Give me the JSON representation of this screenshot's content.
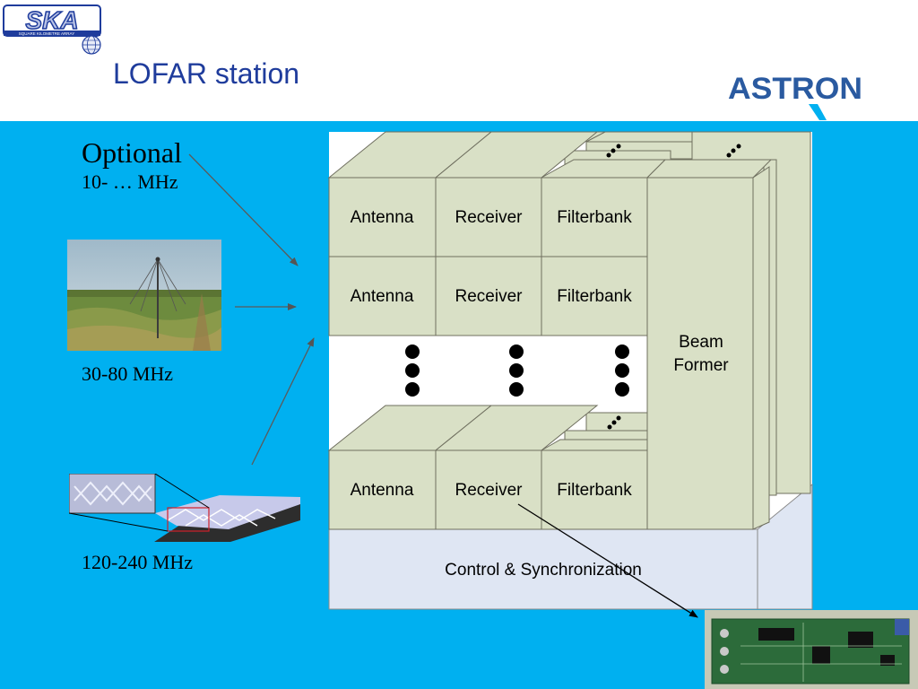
{
  "logos": {
    "ska": {
      "text": "SKA",
      "subtitle": "SQUARE KILOMETRE ARRAY"
    },
    "astron": {
      "text": "ASTRON"
    }
  },
  "title": "LOFAR station",
  "left": {
    "optional_label": "Optional",
    "freq_optional": "10- … MHz",
    "freq_low": "30-80 MHz",
    "freq_high": "120-240 MHz"
  },
  "diagram": {
    "row1": {
      "antenna": "Antenna",
      "receiver": "Receiver",
      "filterbank": "Filterbank"
    },
    "row2": {
      "antenna": "Antenna",
      "receiver": "Receiver",
      "filterbank": "Filterbank"
    },
    "row3": {
      "antenna": "Antenna",
      "receiver": "Receiver",
      "filterbank": "Filterbank"
    },
    "beam_former_line1": "Beam",
    "beam_former_line2": "Former",
    "control": "Control & Synchronization"
  },
  "colors": {
    "background": "#00b0f0",
    "box_fill": "#d9e0c6",
    "control_fill": "#dfe6f3",
    "title": "#1f3c9c",
    "astron": "#2a5aa0"
  },
  "icons": [
    "ska-logo",
    "astron-logo",
    "globe-icon"
  ]
}
